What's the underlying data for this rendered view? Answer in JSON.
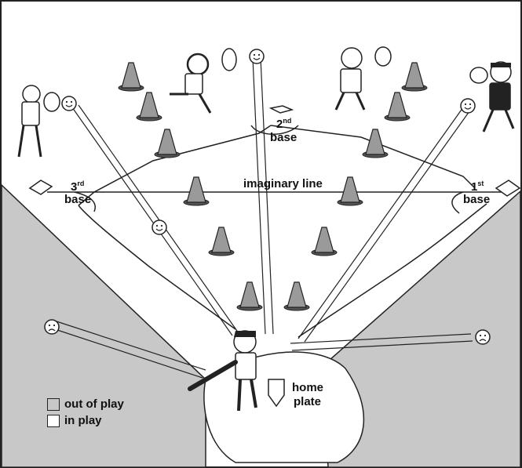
{
  "colors": {
    "out_of_play": "#c8c8c8",
    "in_play": "#ffffff",
    "outline": "#222222",
    "cone": "#9a9a9a"
  },
  "labels": {
    "second_base_sup": "nd",
    "second_base_num": "2",
    "second_base_word": "base",
    "third_base_num": "3",
    "third_base_sup": "rd",
    "third_base_word": "base",
    "first_base_num": "1",
    "first_base_sup": "st",
    "first_base_word": "base",
    "imaginary_line": "imaginary line",
    "home_plate_line1": "home",
    "home_plate_line2": "plate"
  },
  "legend": {
    "out_of_play": "out of play",
    "in_play": "in play"
  },
  "icons": {
    "happy_ball": "smiley-ball-icon",
    "sad_ball": "frowny-ball-icon",
    "cone": "cone-icon",
    "fielder": "fielder-figure",
    "batter": "batter-figure"
  }
}
